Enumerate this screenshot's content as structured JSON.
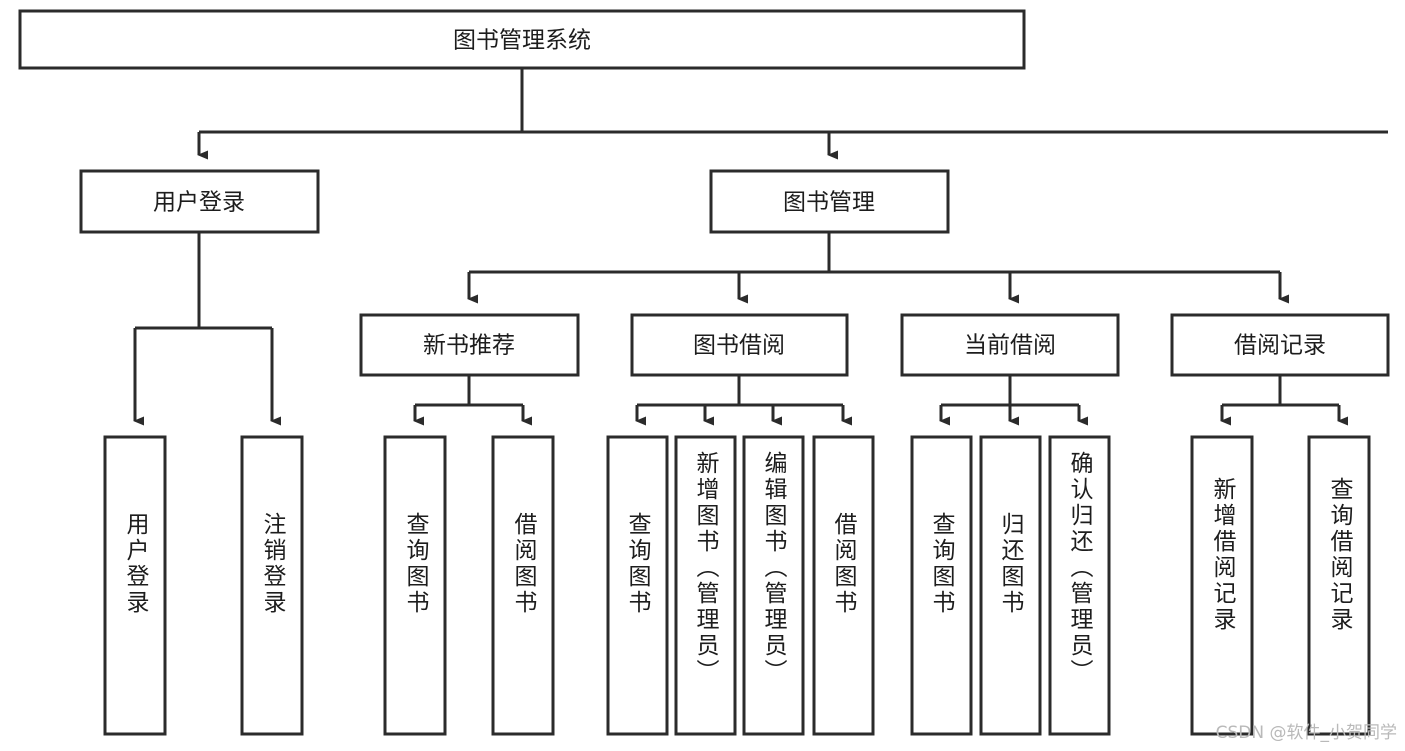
{
  "diagram": {
    "type": "tree",
    "title": "图书管理系统",
    "orientation": "top-down",
    "watermark": "CSDN @软件_小贺同学",
    "root": {
      "id": "root",
      "label": "图书管理系统",
      "level": 0
    },
    "level1": [
      {
        "id": "user-login",
        "label": "用户登录",
        "level": 1
      },
      {
        "id": "book-manage",
        "label": "图书管理",
        "level": 1
      }
    ],
    "level2": [
      {
        "id": "new-book-recommend",
        "label": "新书推荐",
        "parent": "book-manage",
        "level": 2
      },
      {
        "id": "book-borrow",
        "label": "图书借阅",
        "parent": "book-manage",
        "level": 2
      },
      {
        "id": "current-borrow",
        "label": "当前借阅",
        "parent": "book-manage",
        "level": 2
      },
      {
        "id": "borrow-record",
        "label": "借阅记录",
        "parent": "book-manage",
        "level": 2
      }
    ],
    "leaves": [
      {
        "id": "leaf-user-login",
        "label": "用户登录",
        "parent": "user-login",
        "level": 2
      },
      {
        "id": "leaf-logout",
        "label": "注销登录",
        "parent": "user-login",
        "level": 2
      },
      {
        "id": "leaf-query-book-1",
        "label": "查询图书",
        "parent": "new-book-recommend",
        "level": 3
      },
      {
        "id": "leaf-borrow-book-1",
        "label": "借阅图书",
        "parent": "new-book-recommend",
        "level": 3
      },
      {
        "id": "leaf-query-book-2",
        "label": "查询图书",
        "parent": "book-borrow",
        "level": 3
      },
      {
        "id": "leaf-add-book",
        "label": "新增图书（管理员）",
        "parent": "book-borrow",
        "level": 3
      },
      {
        "id": "leaf-edit-book",
        "label": "编辑图书（管理员）",
        "parent": "book-borrow",
        "level": 3
      },
      {
        "id": "leaf-borrow-book-2",
        "label": "借阅图书",
        "parent": "book-borrow",
        "level": 3
      },
      {
        "id": "leaf-query-book-3",
        "label": "查询图书",
        "parent": "current-borrow",
        "level": 3
      },
      {
        "id": "leaf-return-book",
        "label": "归还图书",
        "parent": "current-borrow",
        "level": 3
      },
      {
        "id": "leaf-confirm-return",
        "label": "确认归还（管理员）",
        "parent": "current-borrow",
        "level": 3
      },
      {
        "id": "leaf-add-record",
        "label": "新增借阅记录",
        "parent": "borrow-record",
        "level": 3
      },
      {
        "id": "leaf-query-record",
        "label": "查询借阅记录",
        "parent": "borrow-record",
        "level": 3
      }
    ],
    "colors": {
      "stroke": "#2b2b2b",
      "fill": "#ffffff",
      "text": "#1d1d1d",
      "watermark": "#b9b9b9"
    }
  }
}
